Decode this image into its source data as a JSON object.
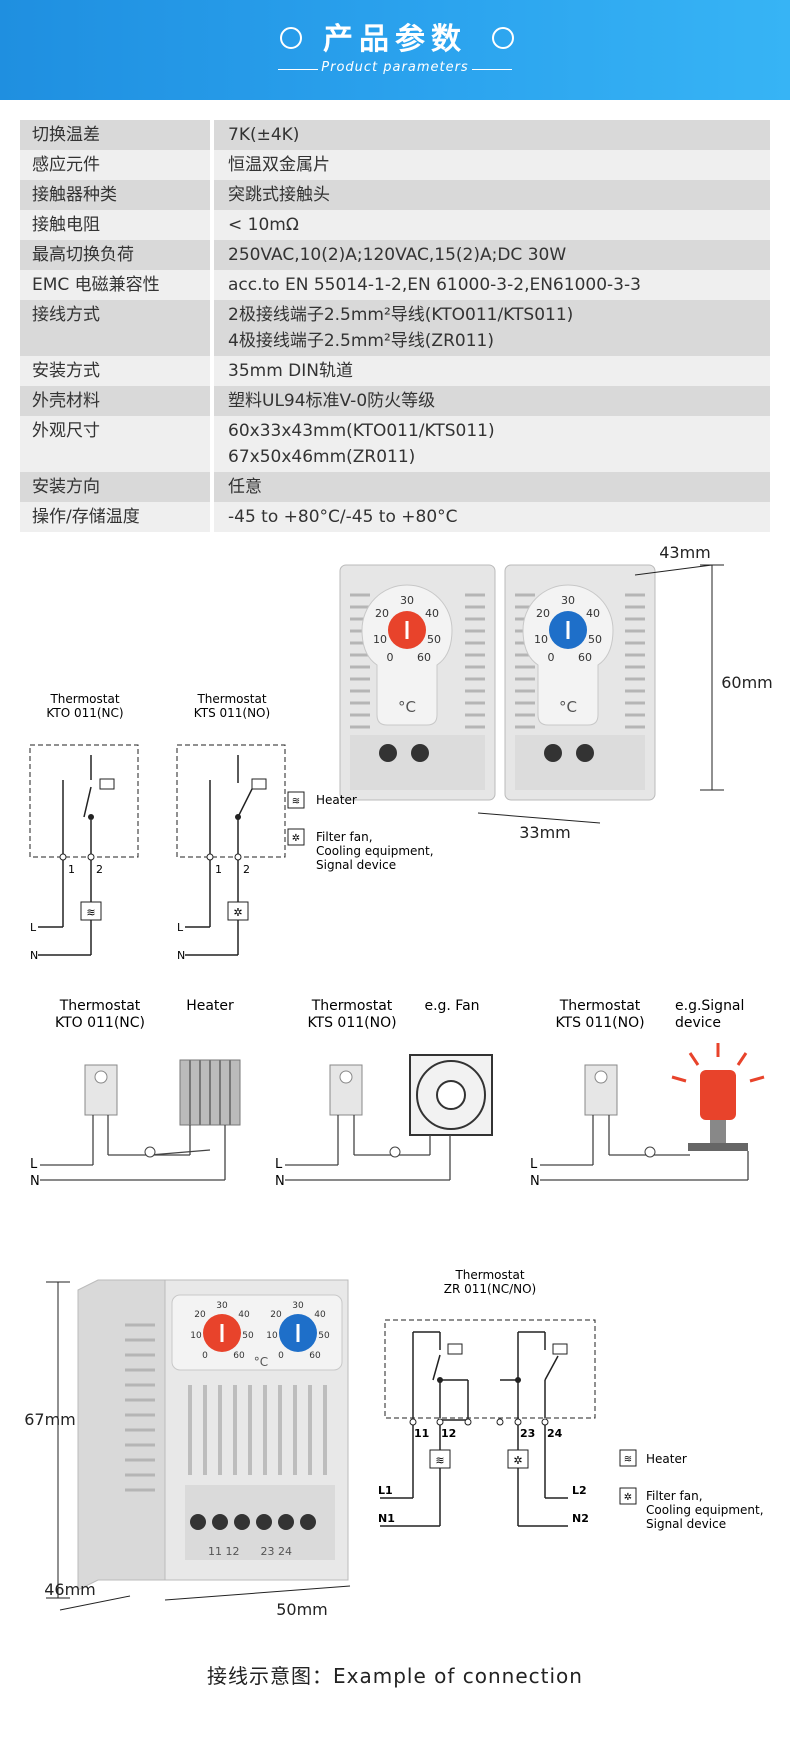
{
  "banner": {
    "title": "产品参数",
    "subtitle": "Product parameters"
  },
  "spec_rows": [
    {
      "label": "切换温差",
      "values": [
        "7K(±4K)"
      ]
    },
    {
      "label": "感应元件",
      "values": [
        "恒温双金属片"
      ]
    },
    {
      "label": "接触器种类",
      "values": [
        "突跳式接触头"
      ]
    },
    {
      "label": "接触电阻",
      "values": [
        "< 10mΩ"
      ]
    },
    {
      "label": "最高切换负荷",
      "values": [
        "250VAC,10(2)A;120VAC,15(2)A;DC 30W"
      ]
    },
    {
      "label": "EMC 电磁兼容性",
      "values": [
        "acc.to EN 55014-1-2,EN 61000-3-2,EN61000-3-3"
      ]
    },
    {
      "label": "接线方式",
      "values": [
        "2极接线端子2.5mm²导线(KTO011/KTS011)",
        "4极接线端子2.5mm²导线(ZR011)"
      ]
    },
    {
      "label": "安装方式",
      "values": [
        "35mm DIN轨道"
      ]
    },
    {
      "label": "外壳材料",
      "values": [
        "塑料UL94标准V-0防火等级"
      ]
    },
    {
      "label": "外观尺寸",
      "values": [
        "60x33x43mm(KTO011/KTS011)",
        "67x50x46mm(ZR011)"
      ]
    },
    {
      "label": "安装方向",
      "values": [
        "任意"
      ]
    },
    {
      "label": "操作/存储温度",
      "values": [
        "-45 to +80°C/-45 to +80°C"
      ]
    }
  ],
  "schematic1": {
    "kto": {
      "line1": "Thermostat",
      "line2": "KTO 011(NC)"
    },
    "kts": {
      "line1": "Thermostat",
      "line2": "KTS 011(NO)"
    },
    "terminal_1": "1",
    "terminal_2": "2",
    "L": "L",
    "N": "N"
  },
  "product1": {
    "dial_marks": [
      "30",
      "20",
      "40",
      "10",
      "50",
      "0",
      "60"
    ],
    "unit": "°C",
    "dim_depth": "43mm",
    "dim_height": "60mm",
    "dim_width": "33mm"
  },
  "legend1": {
    "heater": "Heater",
    "fan_line1": "Filter fan,",
    "fan_line2": "Cooling equipment,",
    "fan_line3": "Signal device"
  },
  "examples": [
    {
      "t1": "Thermostat",
      "t2": "KTO 011(NC)",
      "device": "Heater"
    },
    {
      "t1": "Thermostat",
      "t2": "KTS 011(NO)",
      "device": "e.g. Fan"
    },
    {
      "t1": "Thermostat",
      "t2": "KTS 011(NO)",
      "device": "e.g.Signal",
      "device2": "device"
    }
  ],
  "product2": {
    "dial_marks_left": [
      "30",
      "20",
      "40",
      "10",
      "50",
      "0",
      "60"
    ],
    "dial_marks_right": [
      "30",
      "20",
      "40",
      "10",
      "50",
      "0",
      "60"
    ],
    "unit": "°C",
    "terminals": "11 12      23 24",
    "dim_height": "67mm",
    "dim_depth": "46mm",
    "dim_width": "50mm"
  },
  "schematic2": {
    "title1": "Thermostat",
    "title2": "ZR 011(NC/NO)",
    "t11": "11",
    "t12": "12",
    "t23": "23",
    "t24": "24",
    "L1": "L1",
    "N1": "N1",
    "L2": "L2",
    "N2": "N2",
    "heater": "Heater",
    "fan_line1": "Filter fan,",
    "fan_line2": "Cooling equipment,",
    "fan_line3": "Signal device"
  },
  "footer": "接线示意图：Example of connection",
  "colors": {
    "banner": "#2b9fee",
    "red_knob": "#e8432b",
    "blue_knob": "#1e6fc9"
  }
}
